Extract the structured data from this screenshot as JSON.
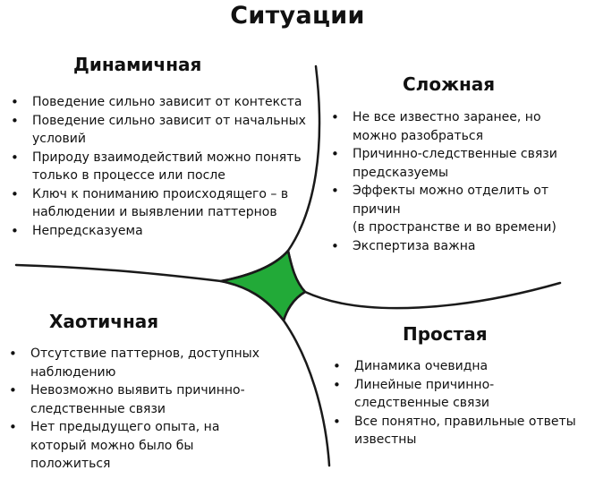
{
  "title": "Ситуации",
  "quadrants": {
    "dynamic": {
      "heading": "Динамичная",
      "items": [
        "Поведение сильно зависит от контекста",
        "Поведение сильно зависит от начальных\nусловий",
        "Природу взаимодействий можно понять\nтолько в процессе или после",
        "Ключ к пониманию происходящего – в\nнаблюдении и выявлении паттернов",
        "Непредсказуема"
      ]
    },
    "complex": {
      "heading": "Сложная",
      "items": [
        "Не все известно заранее, но\nможно разобраться",
        "Причинно-следственные связи\nпредсказуемы",
        "Эффекты можно отделить от причин\n(в пространстве и во времени)",
        "Экспертиза важна"
      ]
    },
    "chaotic": {
      "heading": "Хаотичная",
      "items": [
        "Отсутствие паттернов, доступных\nнаблюдению",
        "Невозможно выявить причинно-\nследственные связи",
        "Нет предыдущего опыта, на\nкоторый можно было бы\nположиться"
      ]
    },
    "simple": {
      "heading": "Простая",
      "items": [
        "Динамика очевидна",
        "Линейные причинно-\nследственные связи",
        "Все понятно, правильные ответы\nизвестны"
      ]
    }
  },
  "colors": {
    "center": "#22aa38",
    "lines": "#1a1a1a",
    "text": "#111111"
  }
}
